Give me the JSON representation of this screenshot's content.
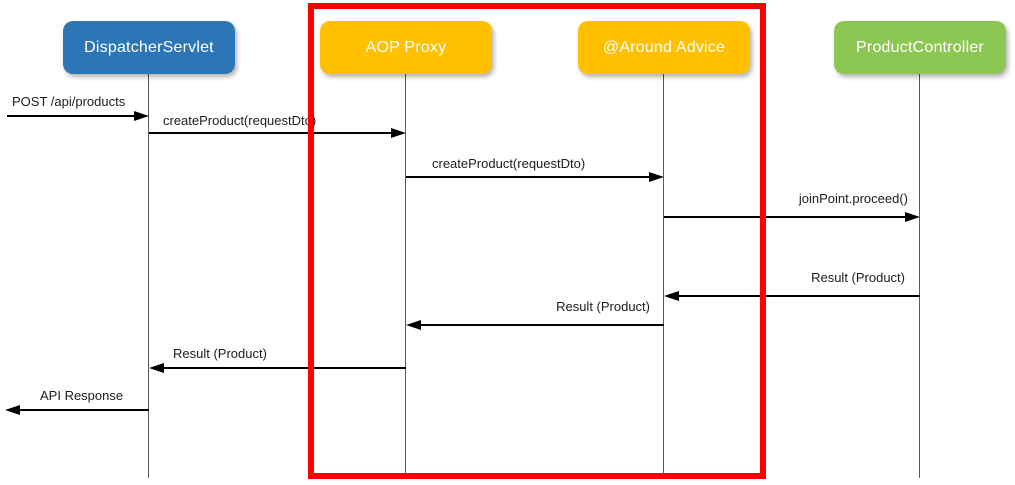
{
  "colors": {
    "dispatcher_box": "#2e75b5",
    "proxy_box": "#ffc000",
    "advice_box": "#ffc000",
    "controller_box": "#8cc653",
    "highlight_border": "#ff0000",
    "lifeline": "#595959",
    "arrow": "#000000"
  },
  "actors": [
    {
      "name": "DispatcherServlet"
    },
    {
      "name": "AOP Proxy"
    },
    {
      "name": "@Around Advice"
    },
    {
      "name": "ProductController"
    }
  ],
  "messages": [
    {
      "label": "POST /api/products",
      "from": "client",
      "to": "DispatcherServlet",
      "direction": "right"
    },
    {
      "label": "createProduct(requestDto)",
      "from": "DispatcherServlet",
      "to": "AOP Proxy",
      "direction": "right"
    },
    {
      "label": "createProduct(requestDto)",
      "from": "AOP Proxy",
      "to": "@Around Advice",
      "direction": "right"
    },
    {
      "label": "joinPoint.proceed()",
      "from": "@Around Advice",
      "to": "ProductController",
      "direction": "right"
    },
    {
      "label": "Result (Product)",
      "from": "ProductController",
      "to": "@Around Advice",
      "direction": "left"
    },
    {
      "label": "Result (Product)",
      "from": "@Around Advice",
      "to": "AOP Proxy",
      "direction": "left"
    },
    {
      "label": "Result (Product)",
      "from": "AOP Proxy",
      "to": "DispatcherServlet",
      "direction": "left"
    },
    {
      "label": "API Response",
      "from": "DispatcherServlet",
      "to": "client",
      "direction": "left"
    }
  ]
}
